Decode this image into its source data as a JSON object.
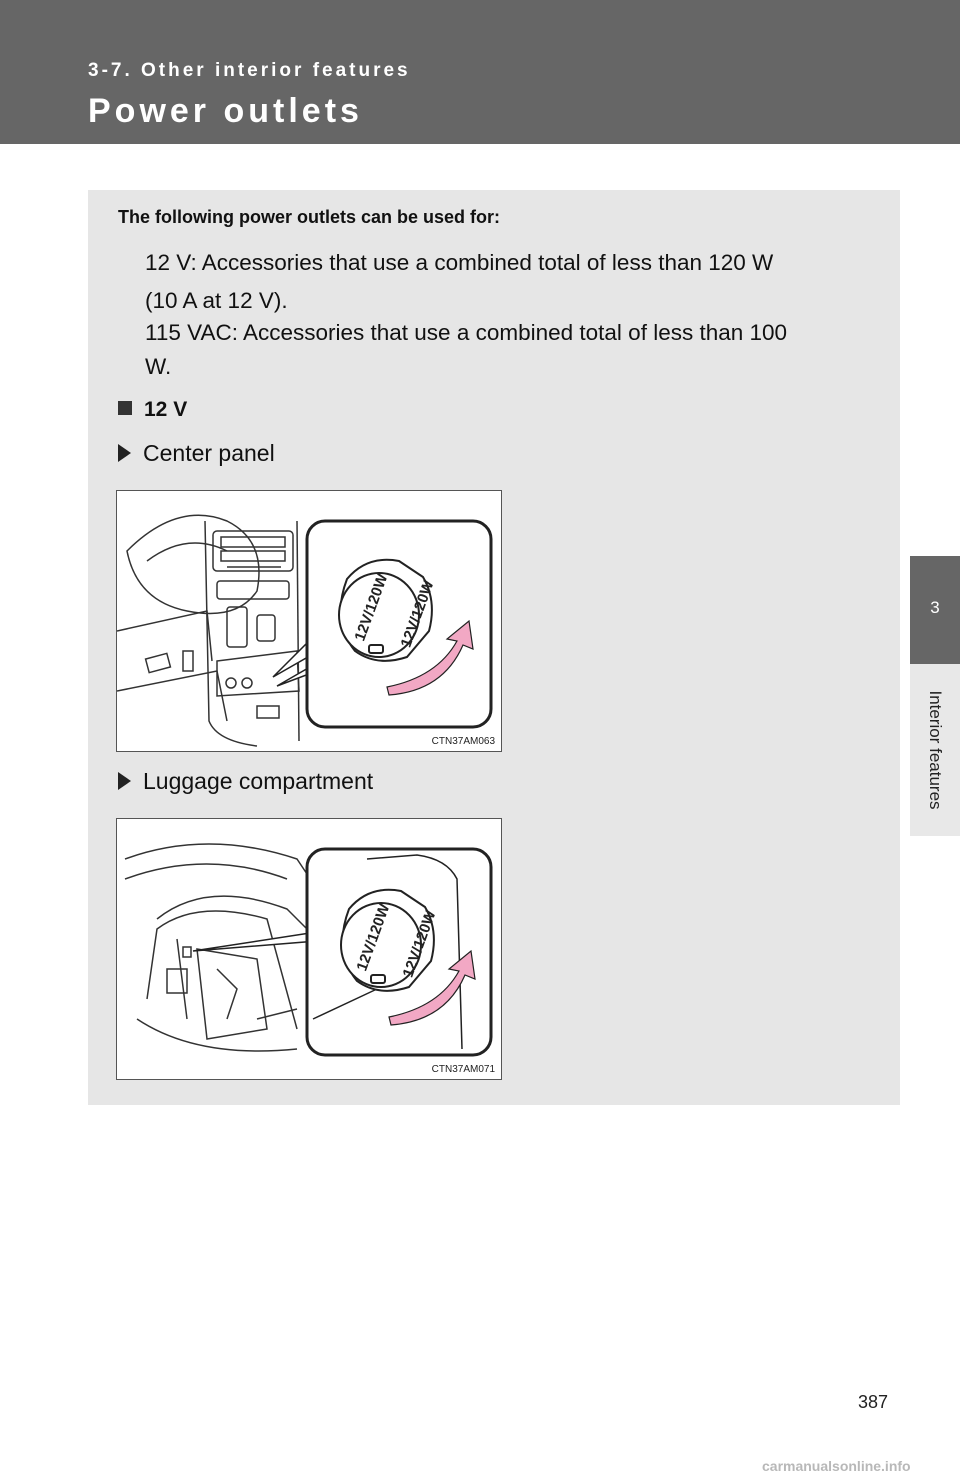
{
  "header": {
    "section": "3-7. Other interior features",
    "title": "Power outlets"
  },
  "side_tab": {
    "number": "3",
    "label": "Interior features"
  },
  "content": {
    "intro": "The following power outlets can be used for:",
    "lines": [
      "12 V: Accessories that use a combined total of less than 120 W",
      "(10 A at 12 V).",
      "115 VAC: Accessories that use a combined total of less than 100",
      "W."
    ],
    "subheading": "12 V",
    "items": [
      {
        "label": "Center panel",
        "code": "CTN37AM063",
        "cap_text_1": "12V/120W",
        "cap_text_2": "12V/120W"
      },
      {
        "label": "Luggage compartment",
        "code": "CTN37AM071",
        "cap_text_1": "12V/120W",
        "cap_text_2": "12V/120W"
      }
    ]
  },
  "page_number": "387",
  "watermark": "carmanualsonline.info",
  "colors": {
    "header_bg": "#666666",
    "content_bg": "#e6e6e6",
    "arrow_pink": "#f2a8c4"
  }
}
